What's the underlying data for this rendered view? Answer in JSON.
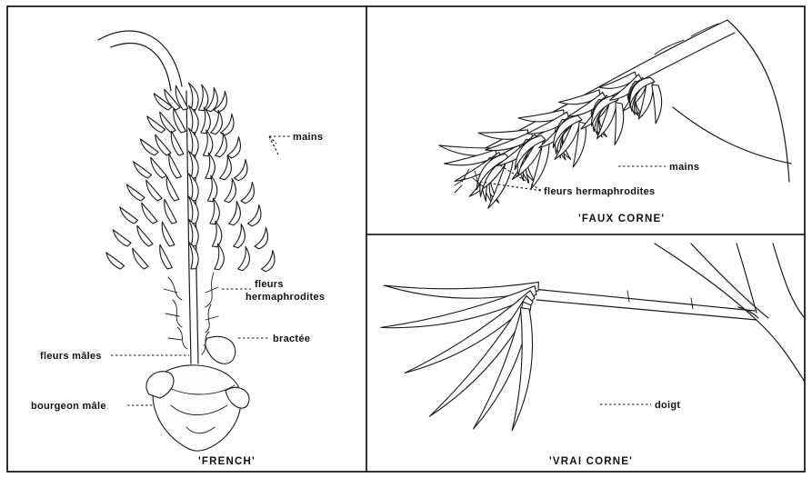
{
  "panels": {
    "french": {
      "caption": "'FRENCH'",
      "labels": {
        "mains": "mains",
        "fleurs_line1": "fleurs",
        "fleurs_line2": "hermaphrodites",
        "bractee": "bractée",
        "fleurs_males": "fleurs mâles",
        "bourgeon_male": "bourgeon mâle"
      }
    },
    "faux_corne": {
      "caption": "'FAUX CORNE'",
      "labels": {
        "mains": "mains",
        "fleurs_hermaphrodites": "fleurs hermaphrodites"
      }
    },
    "vrai_corne": {
      "caption": "'VRAI CORNE'",
      "labels": {
        "doigt": "doigt"
      }
    }
  }
}
